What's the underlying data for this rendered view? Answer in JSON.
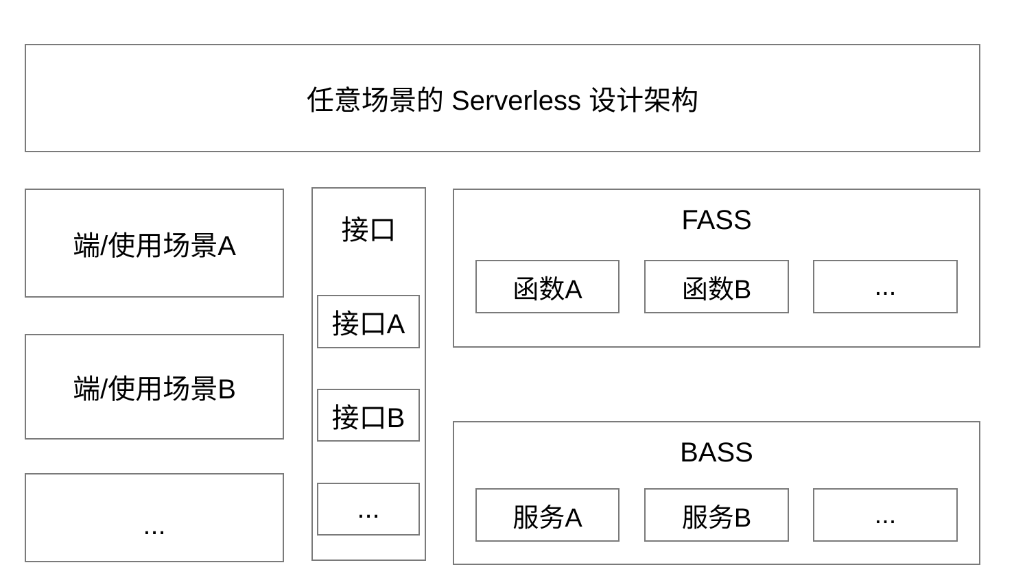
{
  "title": "任意场景的 Serverless 设计架构",
  "clients": [
    "端/使用场景A",
    "端/使用场景B",
    "..."
  ],
  "interfaces": {
    "title": "接口",
    "items": [
      "接口A",
      "接口B",
      "..."
    ]
  },
  "fass": {
    "title": "FASS",
    "items": [
      "函数A",
      "函数B",
      "..."
    ]
  },
  "bass": {
    "title": "BASS",
    "items": [
      "服务A",
      "服务B",
      "..."
    ]
  },
  "colors": {
    "border": "#7a7a7a",
    "background": "#ffffff",
    "text": "#000000"
  }
}
